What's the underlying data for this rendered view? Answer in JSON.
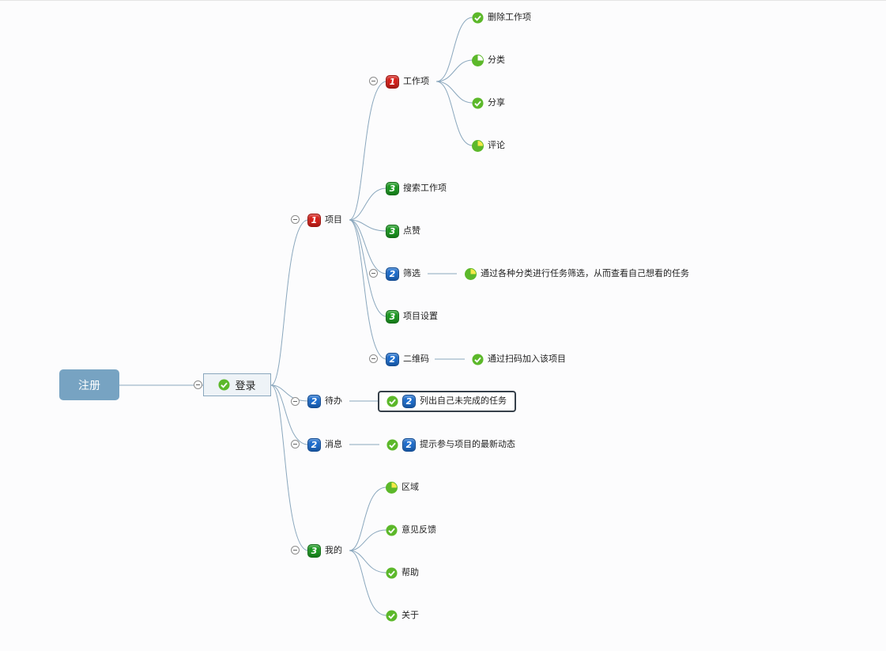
{
  "root": {
    "label": "注册"
  },
  "login": {
    "label": "登录",
    "status": "done"
  },
  "branches": {
    "project": {
      "label": "项目",
      "priority": "1"
    },
    "workitem": {
      "label": "工作项",
      "priority": "1"
    },
    "delete_workitem": {
      "label": "删除工作项",
      "status": "done"
    },
    "category": {
      "label": "分类",
      "status": "75%"
    },
    "share": {
      "label": "分享",
      "status": "done"
    },
    "comment": {
      "label": "评论",
      "status": "75%"
    },
    "search_workitem": {
      "label": "搜索工作项",
      "priority": "3"
    },
    "like": {
      "label": "点赞",
      "priority": "3"
    },
    "filter": {
      "label": "筛选",
      "priority": "2"
    },
    "filter_note": {
      "label": "通过各种分类进行任务筛选，从而查看自己想看的任务",
      "status": "75%"
    },
    "project_settings": {
      "label": "项目设置",
      "priority": "3"
    },
    "qrcode": {
      "label": "二维码",
      "priority": "2"
    },
    "qrcode_note": {
      "label": "通过扫码加入该项目",
      "status": "done"
    },
    "todo": {
      "label": "待办",
      "priority": "2"
    },
    "todo_note": {
      "label": "列出自己未完成的任务",
      "status": "done",
      "priority": "2"
    },
    "message": {
      "label": "消息",
      "priority": "2"
    },
    "message_note": {
      "label": "提示参与项目的最新动态",
      "status": "done",
      "priority": "2"
    },
    "mine": {
      "label": "我的",
      "priority": "3"
    },
    "region": {
      "label": "区域",
      "status": "75%"
    },
    "feedback": {
      "label": "意见反馈",
      "status": "done"
    },
    "help": {
      "label": "帮助",
      "status": "done"
    },
    "about": {
      "label": "关于",
      "status": "done"
    }
  },
  "colors": {
    "connector": "#8aa7bd",
    "root_fill": "#77a3c2",
    "done_green": "#5cb82a",
    "pri1": "#d8221c",
    "pri2": "#1f6fcf",
    "pri3": "#1d9b22"
  }
}
